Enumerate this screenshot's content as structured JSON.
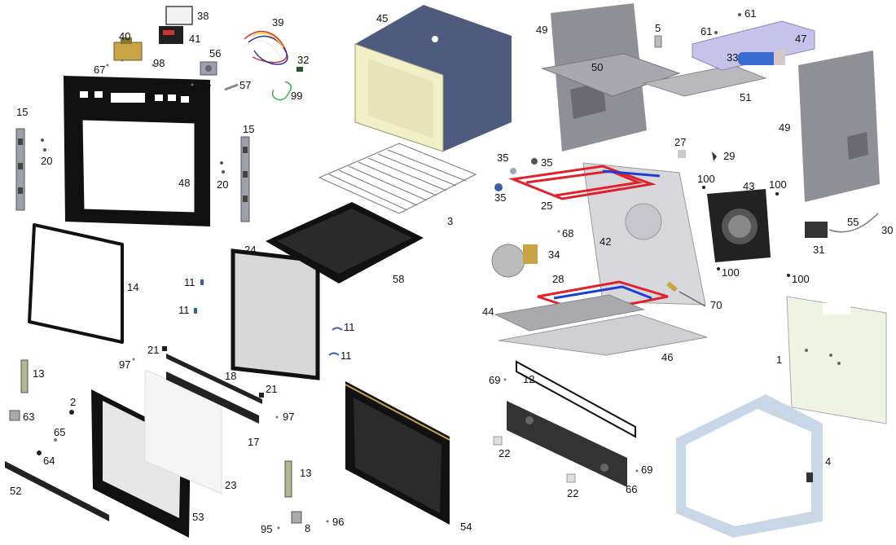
{
  "labels": {
    "l1": "1",
    "l2": "2",
    "l3": "3",
    "l4": "4",
    "l5": "5",
    "l8": "8",
    "l11a": "11",
    "l11b": "11",
    "l11c": "11",
    "l11d": "11",
    "l12": "12",
    "l13a": "13",
    "l13b": "13",
    "l14": "14",
    "l15a": "15",
    "l15b": "15",
    "l17": "17",
    "l18": "18",
    "l20a": "20",
    "l20b": "20",
    "l21a": "21",
    "l21b": "21",
    "l22a": "22",
    "l22b": "22",
    "l23": "23",
    "l24": "24",
    "l25": "25",
    "l27": "27",
    "l28": "28",
    "l29": "29",
    "l30": "30",
    "l31": "31",
    "l32": "32",
    "l33": "33",
    "l34": "34",
    "l35a": "35",
    "l35b": "35",
    "l35c": "35",
    "l38": "38",
    "l39": "39",
    "l40": "40",
    "l41": "41",
    "l42": "42",
    "l43": "43",
    "l44": "44",
    "l45": "45",
    "l46": "46",
    "l47": "47",
    "l48": "48",
    "l49a": "49",
    "l49b": "49",
    "l50": "50",
    "l51": "51",
    "l52": "52",
    "l53": "53",
    "l54": "54",
    "l55": "55",
    "l56": "56",
    "l57": "57",
    "l58": "58",
    "l61a": "61",
    "l61b": "61",
    "l63": "63",
    "l64": "64",
    "l65": "65",
    "l66": "66",
    "l67a": "67",
    "l67b": "67",
    "l68": "68",
    "l69a": "69",
    "l69b": "69",
    "l70": "70",
    "l95": "95",
    "l96": "96",
    "l97a": "97",
    "l97b": "97",
    "l98": "98",
    "l99": "99",
    "l100a": "100",
    "l100b": "100",
    "l100c": "100",
    "l100d": "100"
  },
  "colors": {
    "frame": "#111111",
    "metal": "#c8c8cc",
    "metalDark": "#8f8f96",
    "cavity": "#4f5b7e",
    "cavityRim": "#f0efc8",
    "fanCover": "#c6c3ea",
    "heaterRed": "#e0202a",
    "heaterBlue": "#1a3fd8",
    "glass": "#e9e9e9",
    "panel": "#eef3e4",
    "cable": "#7a7a7a",
    "wireGreen": "#39b54a",
    "brass": "#c9a445"
  }
}
